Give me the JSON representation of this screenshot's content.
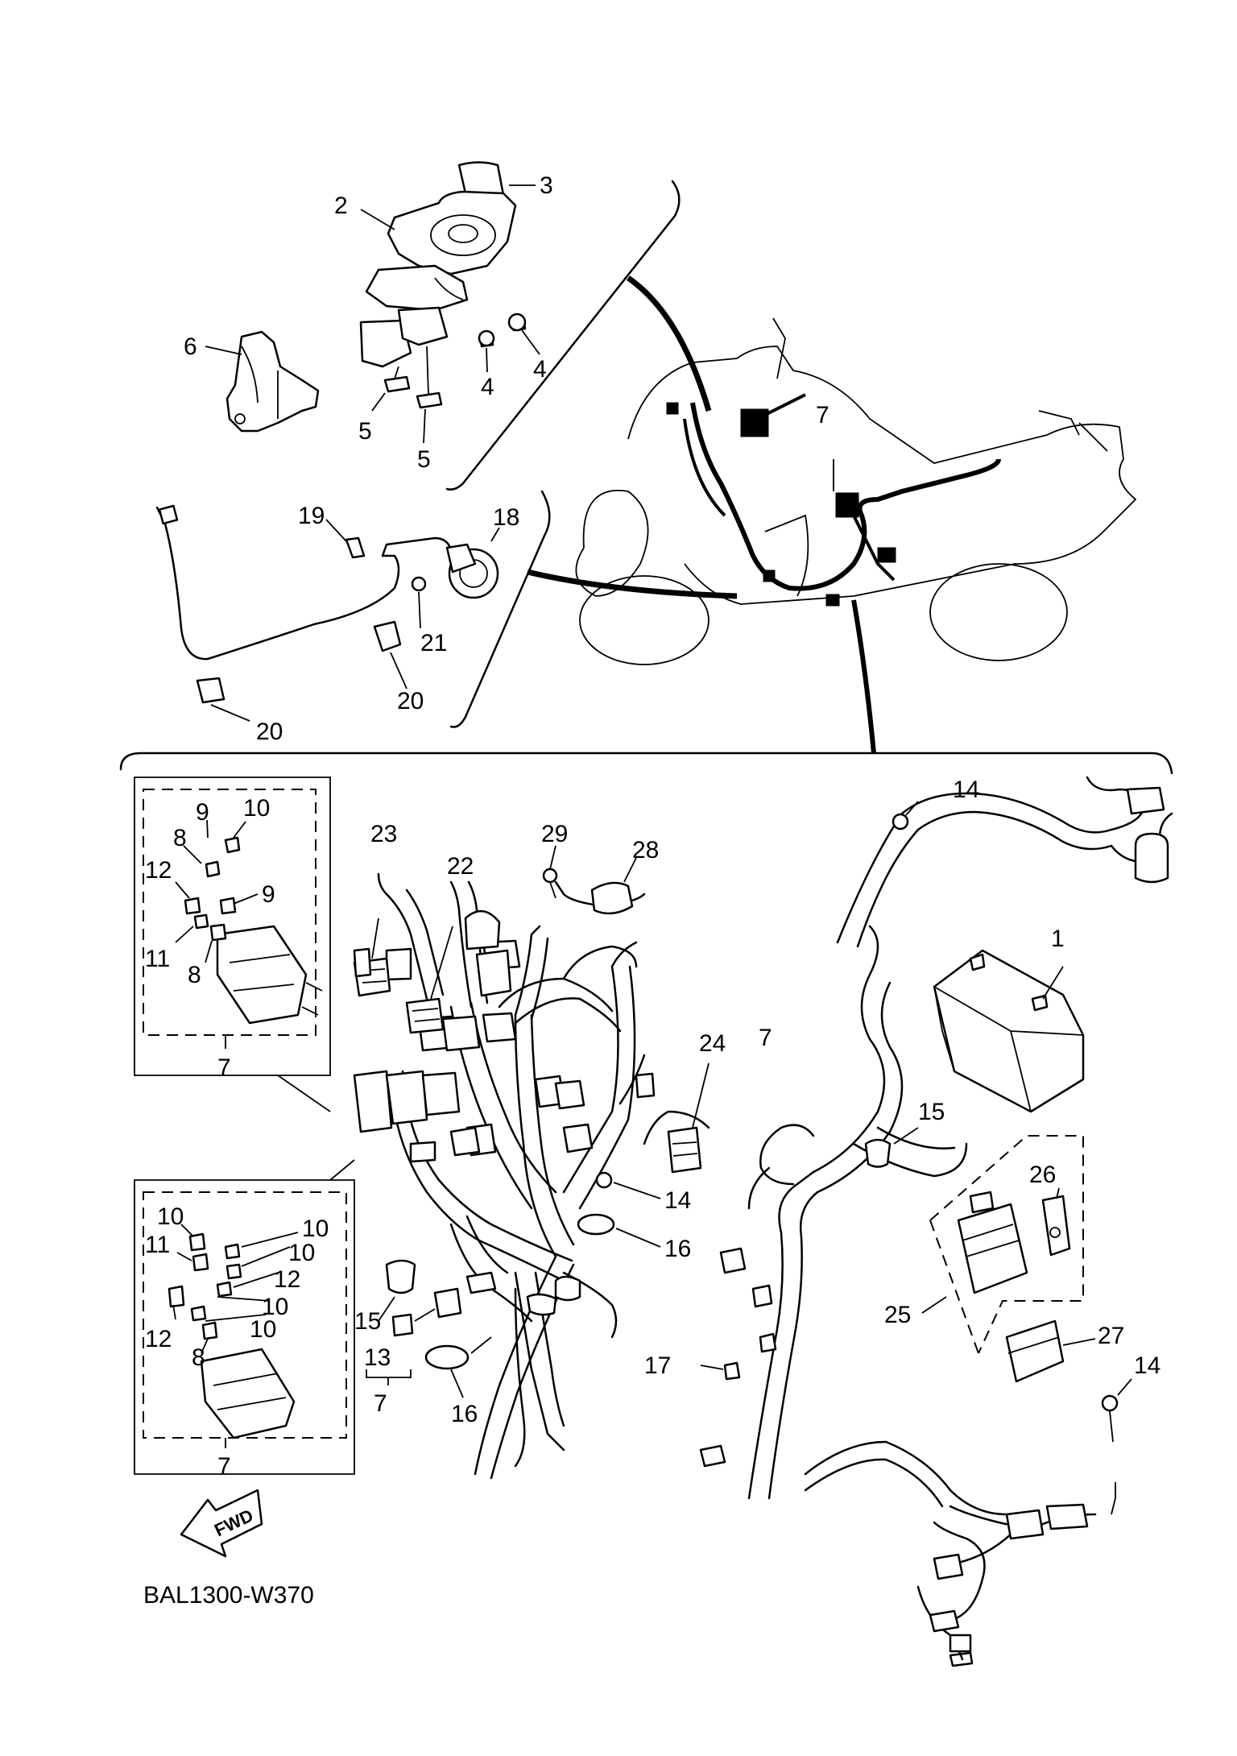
{
  "diagram": {
    "code": "BAL1300-W370",
    "fwd_label": "FWD",
    "part_numbers": [
      "1",
      "2",
      "3",
      "4",
      "5",
      "6",
      "7",
      "8",
      "9",
      "10",
      "11",
      "12",
      "13",
      "14",
      "15",
      "16",
      "17",
      "18",
      "19",
      "20",
      "21",
      "22",
      "23",
      "24",
      "25",
      "26",
      "27",
      "28",
      "29"
    ]
  }
}
